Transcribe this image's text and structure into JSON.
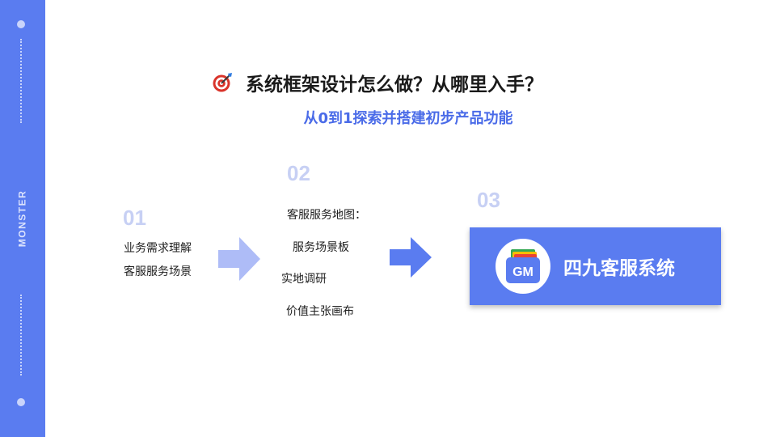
{
  "sidebar": {
    "vertical_text": "MONSTER"
  },
  "header": {
    "icon": "target-dart-icon",
    "title": "系统框架设计怎么做？从哪里入手？",
    "subtitle": "从0到1探索并搭建初步产品功能"
  },
  "steps": [
    {
      "number": "01",
      "lines": [
        "业务需求理解",
        "客服服务场景"
      ]
    },
    {
      "number": "02",
      "lines": [
        "客服服务地图：",
        "服务场景板",
        "实地调研",
        "价值主张画布"
      ]
    },
    {
      "number": "03",
      "card_title": "四九客服系统",
      "logo_text": "GM",
      "logo_icon": "gm-wallet-logo-icon"
    }
  ],
  "colors": {
    "accent": "#5a7cf0",
    "subtitle": "#4a6be8",
    "step_number": "#c7d0f4",
    "arrow_light": "#aebcf7",
    "arrow_dark": "#5a7cf0"
  }
}
